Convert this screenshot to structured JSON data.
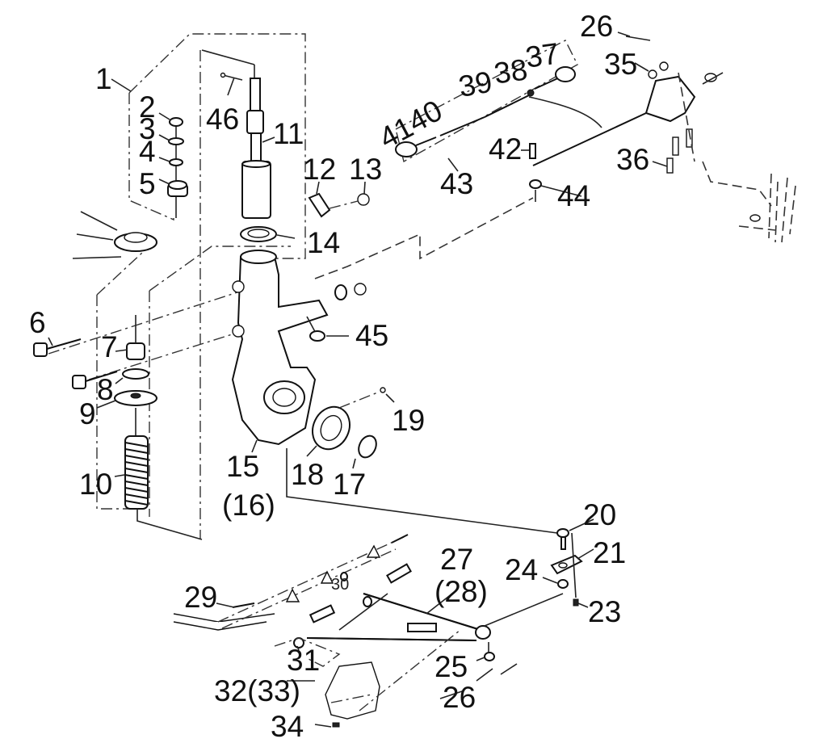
{
  "diagram": {
    "title": "Front suspension exploded view",
    "callouts": [
      {
        "id": "1",
        "text": "1"
      },
      {
        "id": "2",
        "text": "2"
      },
      {
        "id": "3",
        "text": "3"
      },
      {
        "id": "4",
        "text": "4"
      },
      {
        "id": "5",
        "text": "5"
      },
      {
        "id": "6",
        "text": "6"
      },
      {
        "id": "7",
        "text": "7"
      },
      {
        "id": "8",
        "text": "8"
      },
      {
        "id": "9",
        "text": "9"
      },
      {
        "id": "10",
        "text": "10"
      },
      {
        "id": "11",
        "text": "11"
      },
      {
        "id": "12",
        "text": "12"
      },
      {
        "id": "13",
        "text": "13"
      },
      {
        "id": "14",
        "text": "14"
      },
      {
        "id": "15",
        "text": "15"
      },
      {
        "id": "16",
        "text": "(16)"
      },
      {
        "id": "17",
        "text": "17"
      },
      {
        "id": "18",
        "text": "18"
      },
      {
        "id": "19",
        "text": "19"
      },
      {
        "id": "20",
        "text": "20"
      },
      {
        "id": "21",
        "text": "21"
      },
      {
        "id": "23",
        "text": "23"
      },
      {
        "id": "24",
        "text": "24"
      },
      {
        "id": "25",
        "text": "25"
      },
      {
        "id": "26a",
        "text": "26"
      },
      {
        "id": "26b",
        "text": "26"
      },
      {
        "id": "27",
        "text": "27"
      },
      {
        "id": "28",
        "text": "(28)"
      },
      {
        "id": "29",
        "text": "29"
      },
      {
        "id": "30",
        "text": "30"
      },
      {
        "id": "31",
        "text": "31"
      },
      {
        "id": "32",
        "text": "32(33)"
      },
      {
        "id": "34",
        "text": "34"
      },
      {
        "id": "35",
        "text": "35"
      },
      {
        "id": "36",
        "text": "36"
      },
      {
        "id": "37",
        "text": "37"
      },
      {
        "id": "38",
        "text": "38"
      },
      {
        "id": "39",
        "text": "39"
      },
      {
        "id": "40",
        "text": "40"
      },
      {
        "id": "41",
        "text": "41"
      },
      {
        "id": "42",
        "text": "42"
      },
      {
        "id": "43",
        "text": "43"
      },
      {
        "id": "44",
        "text": "44"
      },
      {
        "id": "45",
        "text": "45"
      },
      {
        "id": "46",
        "text": "46"
      }
    ]
  }
}
